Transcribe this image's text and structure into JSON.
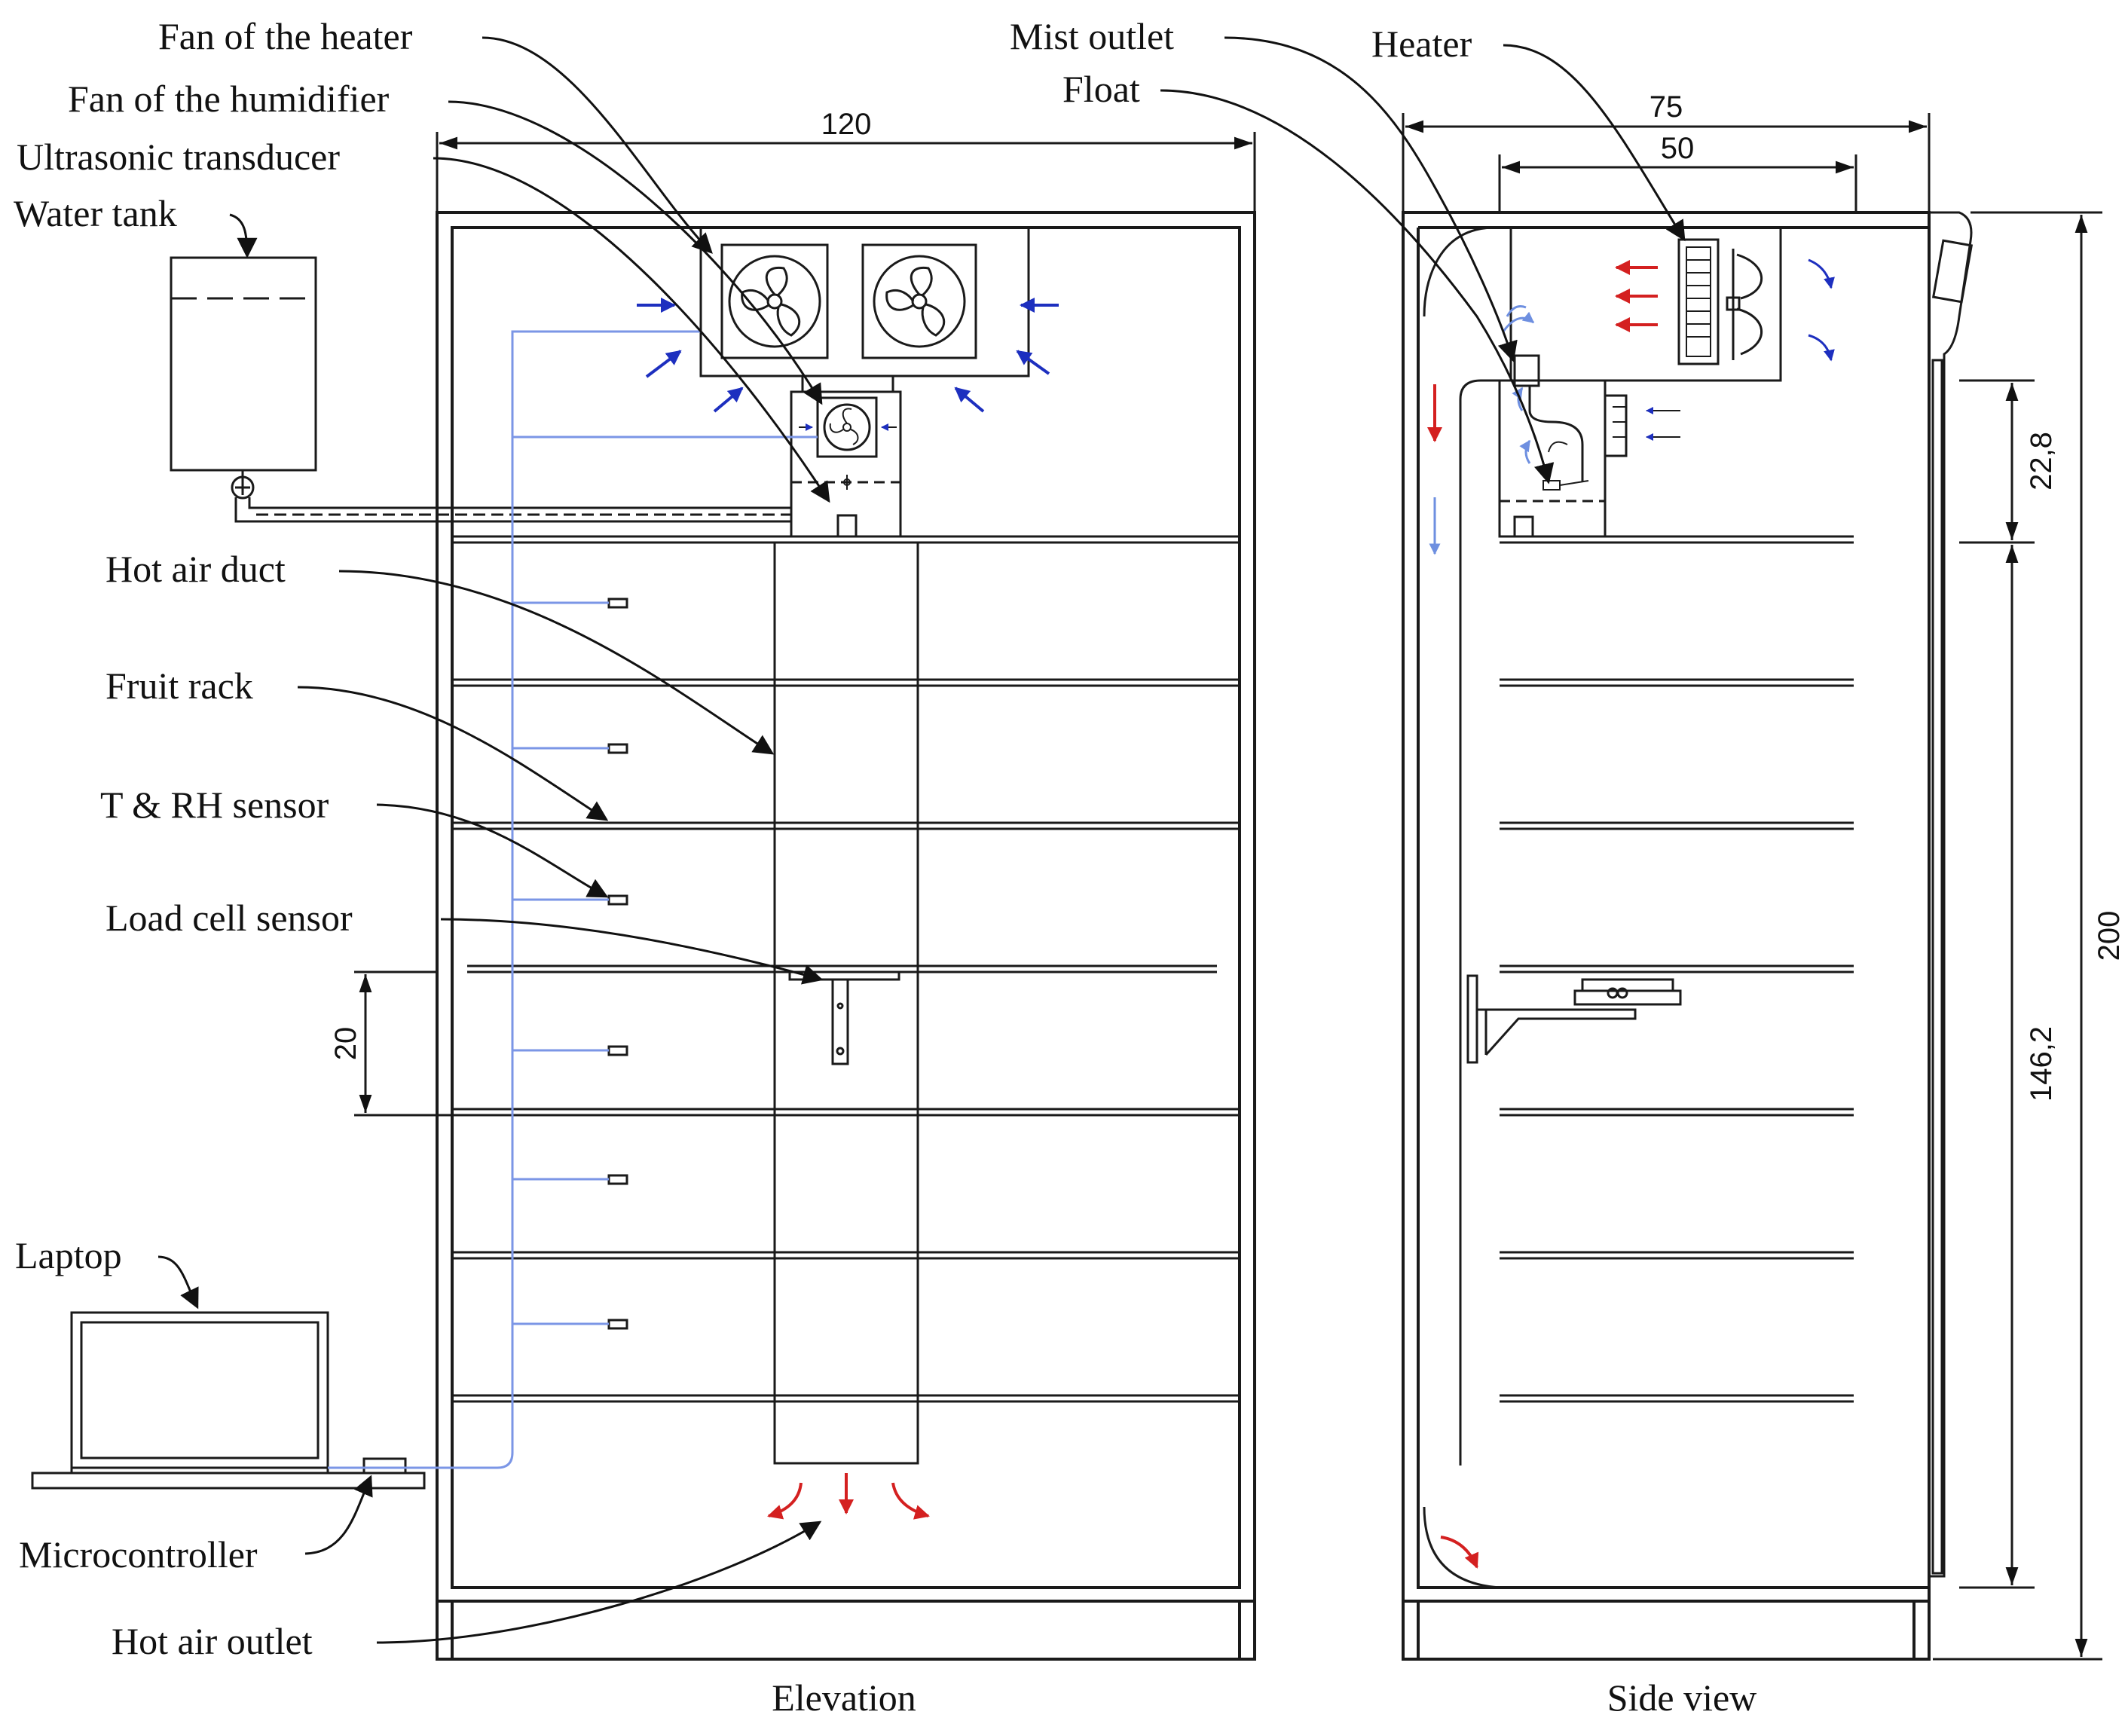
{
  "labels": {
    "fan_heater": "Fan of the heater",
    "fan_humidifier": "Fan of the humidifier",
    "ultrasonic": "Ultrasonic transducer",
    "water_tank": "Water tank",
    "hot_air_duct": "Hot air duct",
    "fruit_rack": "Fruit rack",
    "trh_sensor": "T & RH sensor",
    "load_cell": "Load cell sensor",
    "laptop": "Laptop",
    "microcontroller": "Microcontroller",
    "hot_air_outlet": "Hot air outlet",
    "mist_outlet": "Mist outlet",
    "float": "Float",
    "heater": "Heater"
  },
  "dimensions": {
    "elevation_width": "120",
    "rack_spacing": "20",
    "side_depth": "75",
    "side_top": "50",
    "upper_height": "22,8",
    "lower_height": "146,2",
    "total_height": "200"
  },
  "captions": {
    "elevation": "Elevation",
    "side": "Side view"
  },
  "colors": {
    "line": "#1a1a1a",
    "wire": "#7b96e6",
    "arrow_hot": "#d42020",
    "arrow_cold": "#1d2fbf"
  }
}
